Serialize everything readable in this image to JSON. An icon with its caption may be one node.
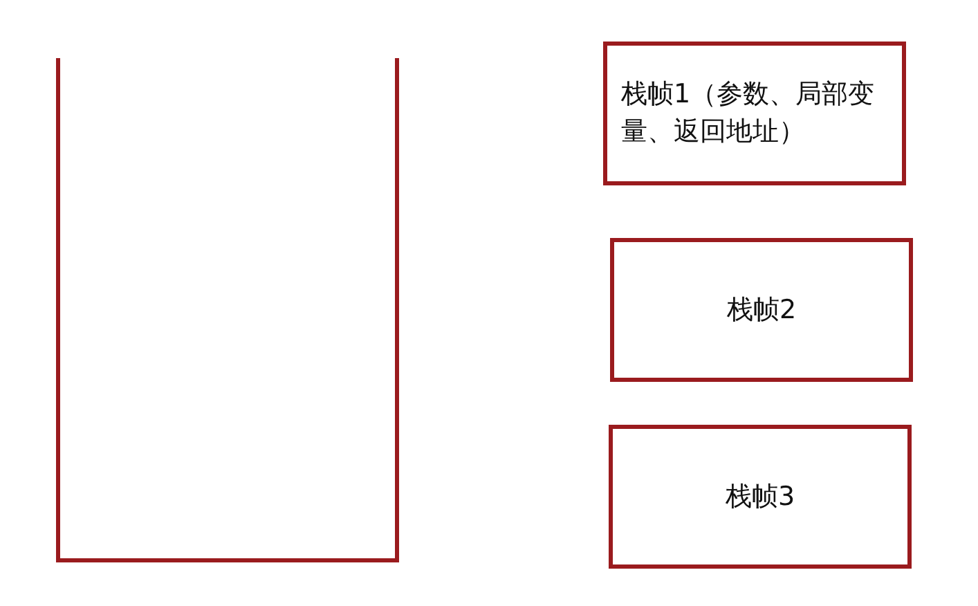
{
  "diagram": {
    "nodes": [
      {
        "text": [
          "栈帧1（参数、局部变量、返回地址）"
        ]
      },
      {
        "text": [
          "栈帧2"
        ]
      },
      {
        "text": [
          "栈帧3"
        ]
      }
    ]
  }
}
